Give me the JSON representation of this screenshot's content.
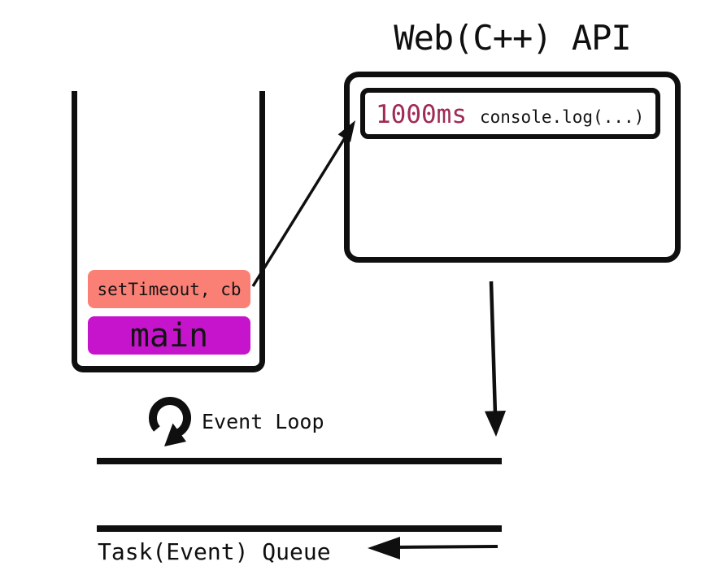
{
  "diagram": {
    "title": "Web(C++) API",
    "web_api_box": {
      "timer_task": {
        "delay": "1000ms",
        "callback": "console.log(...)"
      }
    },
    "call_stack": {
      "frames": [
        {
          "label": "setTimeout, cb",
          "color": "#FA8076"
        },
        {
          "label": "main",
          "color": "#C613CC"
        }
      ]
    },
    "event_loop": {
      "label": "Event Loop",
      "icon": "loop-circular-arrow-icon"
    },
    "task_queue": {
      "label": "Task(Event) Queue"
    },
    "colors": {
      "stroke": "#0f0f0f",
      "timer_delay_text": "#A02A56",
      "frame_settimeout_bg": "#FA8076",
      "frame_main_bg": "#C613CC",
      "background": "#ffffff"
    }
  }
}
